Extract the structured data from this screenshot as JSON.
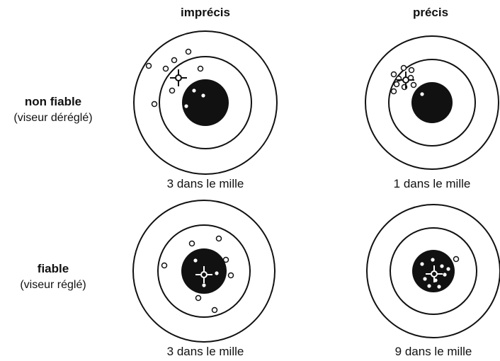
{
  "columns": [
    {
      "label": "imprécis"
    },
    {
      "label": "précis"
    }
  ],
  "rows": [
    {
      "label": "non fiable",
      "sublabel": "(viseur déréglé)"
    },
    {
      "label": "fiable",
      "sublabel": "(viseur réglé)"
    }
  ],
  "targets": [
    {
      "row": 0,
      "col": 0,
      "caption": "3 dans le mille",
      "hits": 3
    },
    {
      "row": 0,
      "col": 1,
      "caption": "1 dans le mille",
      "hits": 1
    },
    {
      "row": 1,
      "col": 0,
      "caption": "3 dans le mille",
      "hits": 3
    },
    {
      "row": 1,
      "col": 1,
      "caption": "9 dans le mille",
      "hits": 9
    }
  ]
}
